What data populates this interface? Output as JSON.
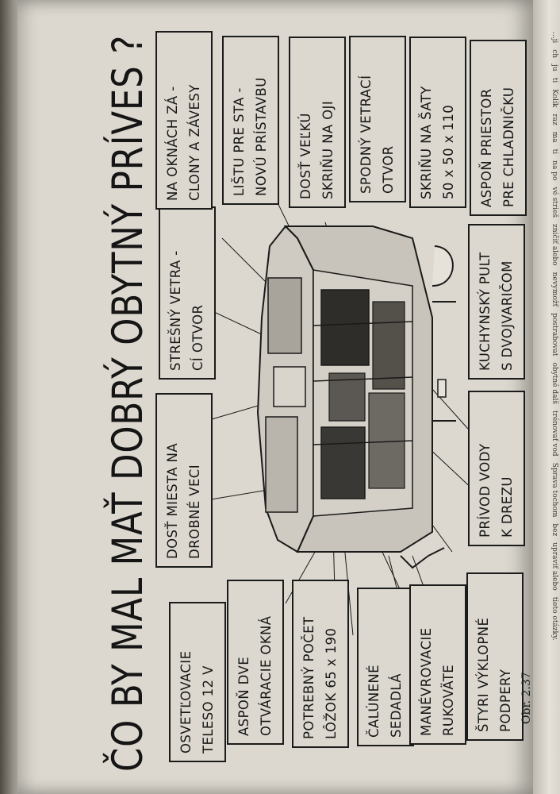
{
  "figure": {
    "title": "ČO BY MAL MAŤ DOBRÝ OBYTNÝ PRÍVES ?",
    "caption": "Obr. 2.37",
    "labels": {
      "osvetlovacie": [
        "OSVETĽOVACIE",
        "TELESO  12 V"
      ],
      "okna": [
        "ASPOŇ  DVE",
        "OTVÁRACIE OKNÁ"
      ],
      "lozka": [
        "POTREBNÝ  POČET",
        "LÔŽOK  65 x 190"
      ],
      "sedadla": [
        "ČALÚNENÉ",
        "SEDADLÁ"
      ],
      "rukovate": [
        "MANÉVROVACIE",
        "RUKOVÄTE"
      ],
      "podpery": [
        "ŠTYRI  VÝKLOPNÉ",
        "PODPERY"
      ],
      "drobne": [
        "DOSŤ  MIESTA  NA",
        "DROBNÉ  VECI"
      ],
      "voda": [
        "PRÍVOD  VODY",
        "K  DREZU"
      ],
      "stresny": [
        "STREŠNÝ  VETRA -",
        "CÍ  OTVOR"
      ],
      "kuchynsky": [
        "KUCHYNSKÝ  PULT",
        "S  DVOJVARIČOM"
      ],
      "zavesy": [
        "NA  OKNÁCH  ZÁ -",
        "CLONY A  ZÁVESY"
      ],
      "listu": [
        "LIŠTU  PRE  STA -",
        "NOVÚ  PRÍSTAVBU"
      ],
      "skrina_oj": [
        "DOSŤ  VEĽKÚ",
        "SKRIŇU  NA  OJI"
      ],
      "spodny": [
        "SPODNÝ  VETRACÍ",
        "OTVOR"
      ],
      "satky": [
        "SKRIŇU  NA  ŠATY",
        "50 x 50 x 110"
      ],
      "chladnicka": [
        "ASPOŇ  PRIESTOR",
        "PRE  CHLADNIČKU"
      ]
    }
  },
  "adjacent_page": {
    "text_lines": [
      "...ji",
      "ch",
      "ju",
      "ti",
      "Kolík",
      "raz",
      "ma",
      "ti",
      "na po",
      "vé strieš",
      "zničiť alebo",
      "nevymožť",
      "postrabovat",
      "obytné dalš",
      "trénovať vod",
      "Sprava tochom",
      "bez",
      "upraviť alebo",
      "tieto otázky."
    ]
  },
  "colors": {
    "page": "#dcd8cf",
    "ink": "#161616",
    "background": "#2a2723"
  }
}
